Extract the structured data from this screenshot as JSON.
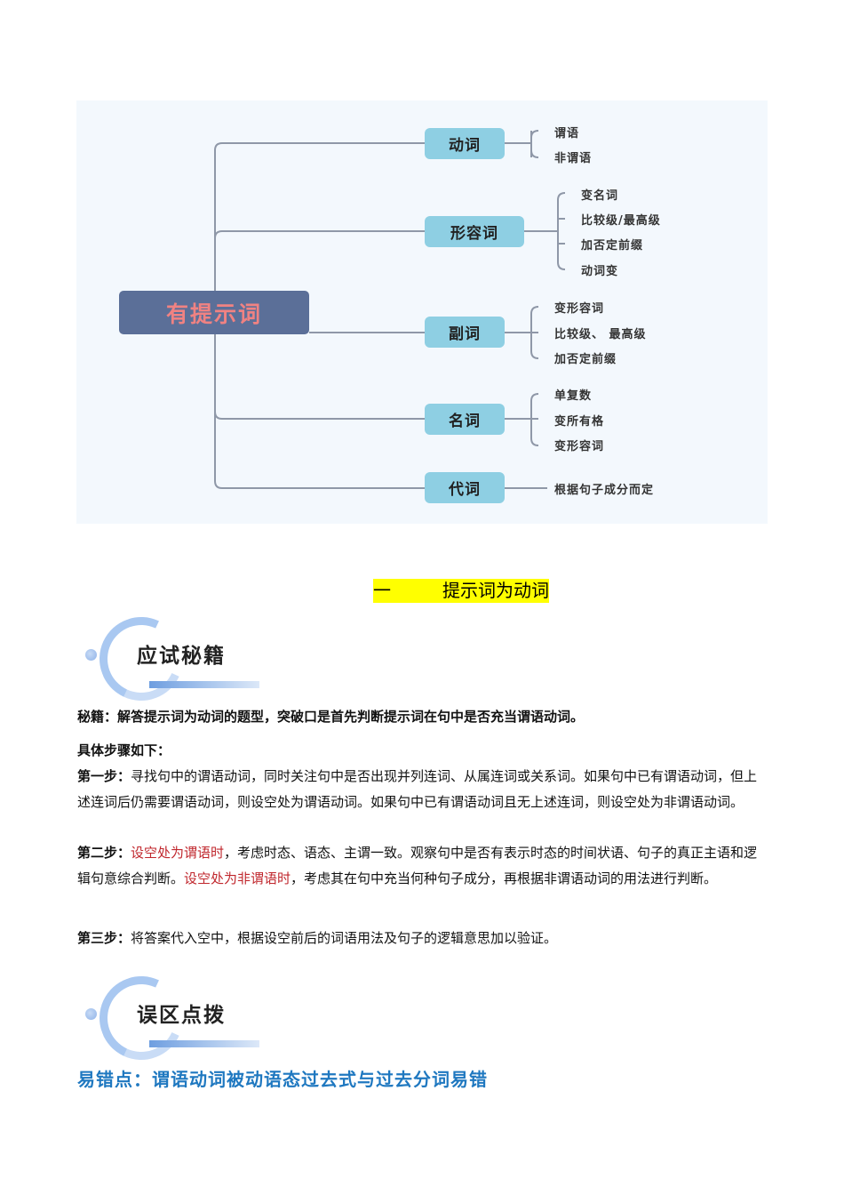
{
  "mindmap": {
    "root": "有提示词",
    "branches": [
      {
        "label": "动词",
        "leaves": [
          "谓语",
          "非谓语"
        ]
      },
      {
        "label": "形容词",
        "leaves": [
          "变名词",
          "比较级/最高级",
          "加否定前缀",
          "动词变"
        ]
      },
      {
        "label": "副词",
        "leaves": [
          "变形容词",
          "比较级、 最高级",
          "加否定前缀"
        ]
      },
      {
        "label": "名词",
        "leaves": [
          "单复数",
          "变所有格",
          "变形容词"
        ]
      },
      {
        "label": "代词",
        "leaves": [
          "根据句子成分而定"
        ]
      }
    ],
    "colors": {
      "background": "#f3f8fd",
      "root_fill": "#5b6f98",
      "root_text": "#f08282",
      "branch_fill": "#8ecfe3",
      "line": "#8f98a8"
    }
  },
  "section": {
    "number": "一",
    "title": "提示词为动词",
    "highlight": "#ffff00"
  },
  "badge1": {
    "label": "应试秘籍"
  },
  "secret": {
    "label": "秘籍：",
    "text": "解答提示词为动词的题型，突破口是首先判断提示词在句中是否充当谓语动词。"
  },
  "steps_intro": "具体步骤如下：",
  "step1": {
    "label": "第一步：",
    "text": "寻找句中的谓语动词，同时关注句中是否出现并列连词、从属连词或关系词。如果句中已有谓语动词，但上述连词后仍需要谓语动词，则设空处为谓语动词。如果句中已有谓语动词且无上述连词，则设空处为非谓语动词。"
  },
  "step2": {
    "label": "第二步：",
    "red1": "设空处为谓语时",
    "text1": "，考虑时态、语态、主谓一致。观察句中是否有表示时态的时间状语、句子的真正主语和逻辑句意综合判断。",
    "red2": "设空处为非谓语时",
    "text2": "，考虑其在句中充当何种句子成分，再根据非谓语动词的用法进行判断。"
  },
  "step3": {
    "label": "第三步：",
    "text": "将答案代入空中，根据设空前后的词语用法及句子的逻辑意思加以验证。"
  },
  "badge2": {
    "label": "误区点拨"
  },
  "error_point": {
    "title": "易错点：谓语动词被动语态过去式与过去分词易错",
    "color": "#1f78c0"
  }
}
